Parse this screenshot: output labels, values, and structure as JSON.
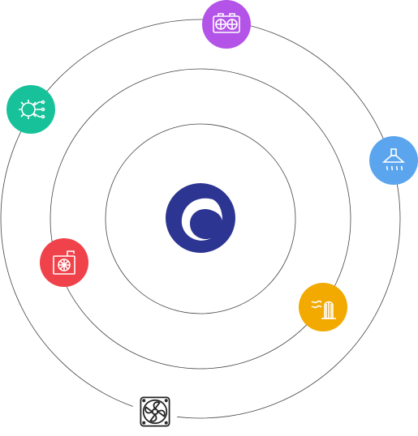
{
  "diagram": {
    "center_logo": "brand-swirl-logo",
    "nodes": [
      {
        "id": "graphics-card",
        "icon": "graphics-card-fans-icon",
        "color": "#b453e8"
      },
      {
        "id": "range-hood",
        "icon": "range-hood-icon",
        "color": "#5aa5ee"
      },
      {
        "id": "gear-circuit",
        "icon": "gear-circuit-icon",
        "color": "#17c29a"
      },
      {
        "id": "power-supply",
        "icon": "power-supply-fan-icon",
        "color": "#f0424a"
      },
      {
        "id": "exhaust-vent",
        "icon": "exhaust-vent-icon",
        "color": "#f2a900"
      },
      {
        "id": "case-fan",
        "icon": "case-fan-icon",
        "color": "#ffffff"
      }
    ]
  }
}
